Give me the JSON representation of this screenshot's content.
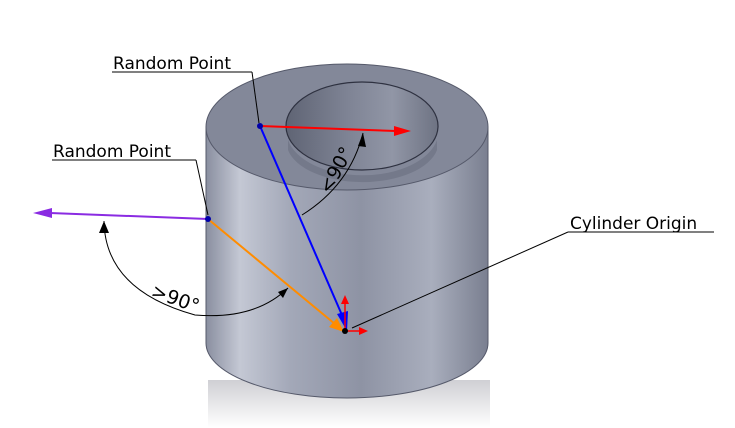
{
  "labels": {
    "random_point_top": "Random Point",
    "random_point_left": "Random Point",
    "cylinder_origin": "Cylinder Origin"
  },
  "angles": {
    "less_than_90": "<90°",
    "greater_than_90": ">90°"
  },
  "colors": {
    "cylinder_body": "#9ea3b3",
    "cylinder_top": "#7d8293",
    "vector_blue": "#0000ff",
    "vector_red": "#ff0000",
    "vector_purple": "#8a2be2",
    "vector_orange": "#ff8c00"
  }
}
